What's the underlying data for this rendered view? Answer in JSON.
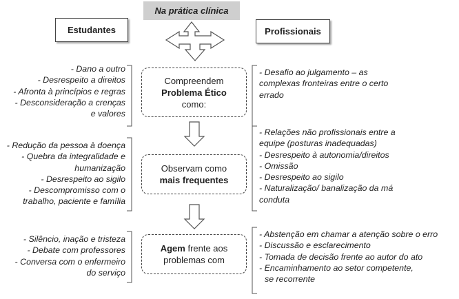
{
  "header": {
    "title": "Na prática clínica"
  },
  "columns": {
    "left_title": "Estudantes",
    "right_title": "Profissionais"
  },
  "boxes": [
    {
      "pre": "Compreendem",
      "bold": "Problema Ético",
      "post": "como:"
    },
    {
      "pre": "Observam como",
      "bold": "mais frequentes",
      "post": ""
    },
    {
      "pre": "",
      "bold": "Agem",
      "post": "frente aos problemas com"
    }
  ],
  "left_lists": [
    [
      "- Dano a outro",
      "- Desrespeito a direitos",
      "- Afronta à princípios e regras",
      "- Desconsideração a crenças",
      "e valores"
    ],
    [
      "- Redução da pessoa à doença",
      "- Quebra da integralidade e",
      "humanização",
      "- Desrespeito ao sigilo",
      "- Descompromisso com o",
      "trabalho, paciente e família"
    ],
    [
      "- Silêncio, inação e tristeza",
      "- Debate com professores",
      "- Conversa com o enfermeiro",
      "do serviço"
    ]
  ],
  "right_lists": [
    [
      "- Desafio ao julgamento – as",
      "complexas fronteiras entre o certo",
      "errado"
    ],
    [
      "- Relações não profissionais entre a",
      "equipe (posturas inadequadas)",
      "- Desrespeito à autonomia/direitos",
      "- Omissão",
      "- Desrespeito ao sigilo",
      "- Naturalização/ banalização da má",
      "conduta"
    ],
    [
      "- Abstenção em chamar a atenção sobre o erro",
      "- Discussão e esclarecimento",
      "- Tomada de decisão frente ao autor do ato",
      "- Encaminhamento ao setor competente,",
      "se recorrente"
    ]
  ]
}
